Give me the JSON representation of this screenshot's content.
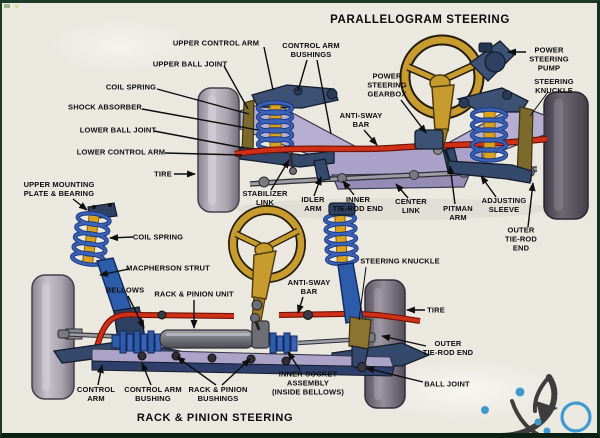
{
  "image_type": "scanned automotive textbook diagram of two steering/suspension systems",
  "colors": {
    "paper": "#ebe8e0",
    "frame_border": "#1d3b27",
    "ink": "#0d0d0d",
    "chassis_dark_blue": "#34496b",
    "strut_blue": "#2d5caa",
    "coil_spring_blue": "#2a4f9e",
    "shock_yellow": "#d9a31f",
    "anti_sway_bar_red": "#d03018",
    "subframe_lavender": "#b5aed1",
    "steering_wheel_gold": "#c79b2e",
    "tire_gray": "#a9a3ae",
    "knuckle_olive": "#8a7430",
    "watermark_blue": "#3f9ad2",
    "watermark_ink": "#3d3d3d"
  },
  "top_diagram": {
    "title": "PARALLELOGRAM STEERING",
    "labels": [
      {
        "id": "upper-control-arm",
        "text": "UPPER CONTROL ARM"
      },
      {
        "id": "upper-ball-joint",
        "text": "UPPER BALL JOINT"
      },
      {
        "id": "control-arm-bushings",
        "text": "CONTROL ARM\nBUSHINGS"
      },
      {
        "id": "coil-spring",
        "text": "COIL SPRING"
      },
      {
        "id": "shock-absorber",
        "text": "SHOCK ABSORBER"
      },
      {
        "id": "lower-ball-joint",
        "text": "LOWER BALL JOINT"
      },
      {
        "id": "lower-control-arm",
        "text": "LOWER CONTROL ARM"
      },
      {
        "id": "tire",
        "text": "TIRE"
      },
      {
        "id": "power-steering-pump",
        "text": "POWER\nSTEERING\nPUMP"
      },
      {
        "id": "steering-knuckle",
        "text": "STEERING KNUCKLE"
      },
      {
        "id": "power-steering-gearbox",
        "text": "POWER\nSTEERING\nGEARBOX"
      },
      {
        "id": "anti-sway-bar",
        "text": "ANTI-SWAY\nBAR"
      },
      {
        "id": "stabilizer-link",
        "text": "STABILIZER\nLINK"
      },
      {
        "id": "idler-arm",
        "text": "IDLER\nARM"
      },
      {
        "id": "inner-tie-rod-end",
        "text": "INNER\nTIE-ROD END"
      },
      {
        "id": "center-link",
        "text": "CENTER\nLINK"
      },
      {
        "id": "pitman-arm",
        "text": "PITMAN\nARM"
      },
      {
        "id": "adjusting-sleeve",
        "text": "ADJUSTING\nSLEEVE"
      },
      {
        "id": "outer-tie-rod-end",
        "text": "OUTER\nTIE-ROD\nEND"
      }
    ]
  },
  "bottom_diagram": {
    "title": "RACK & PINION STEERING",
    "labels": [
      {
        "id": "upper-mounting-plate-bearing",
        "text": "UPPER MOUNTING\nPLATE & BEARING"
      },
      {
        "id": "coil-spring",
        "text": "COIL SPRING"
      },
      {
        "id": "macpherson-strut",
        "text": "MACPHERSON STRUT"
      },
      {
        "id": "bellows",
        "text": "BELLOWS"
      },
      {
        "id": "rack-and-pinion-unit",
        "text": "RACK & PINION UNIT"
      },
      {
        "id": "anti-sway-bar",
        "text": "ANTI-SWAY\nBAR"
      },
      {
        "id": "steering-knuckle",
        "text": "STEERING KNUCKLE"
      },
      {
        "id": "tire",
        "text": "TIRE"
      },
      {
        "id": "outer-tie-rod-end",
        "text": "OUTER\nTIE-ROD END"
      },
      {
        "id": "ball-joint",
        "text": "BALL JOINT"
      },
      {
        "id": "control-arm",
        "text": "CONTROL\nARM"
      },
      {
        "id": "control-arm-bushing",
        "text": "CONTROL ARM\nBUSHING"
      },
      {
        "id": "rack-and-pinion-bushings",
        "text": "RACK & PINION\nBUSHINGS"
      },
      {
        "id": "inner-socket-assembly",
        "text": "INNER SOCKET\nASSEMBLY\n(INSIDE BELLOWS)"
      }
    ]
  }
}
